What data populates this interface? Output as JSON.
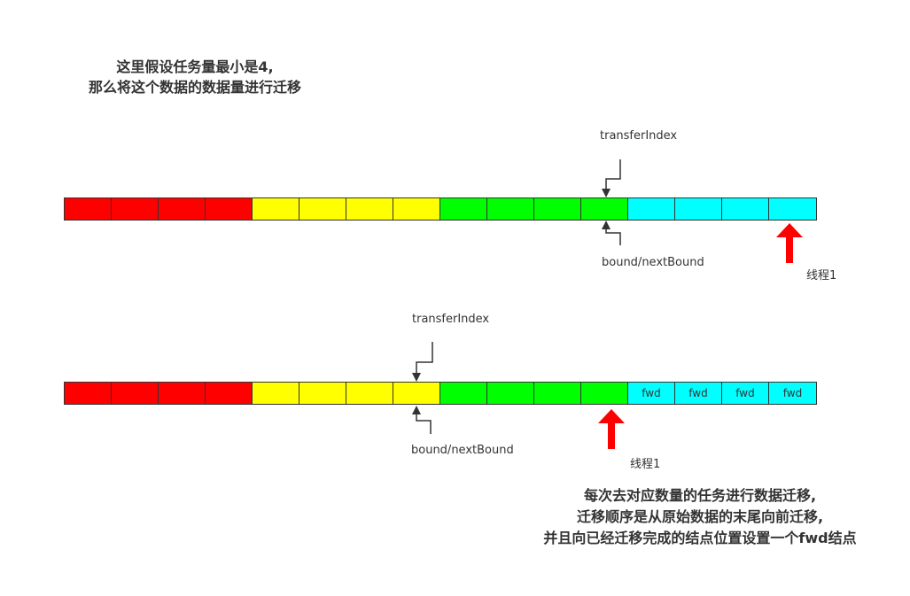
{
  "notes": {
    "top": [
      "这里假设任务量最小是4,",
      "那么将这个数据的数据量进行迁移"
    ],
    "bottom": [
      "每次去对应数量的任务进行数据迁移,",
      "迁移顺序是从原始数据的末尾向前迁移,",
      "并且向已经迁移完成的结点位置设置一个fwd结点"
    ]
  },
  "row1": {
    "transfer_label": "transferIndex",
    "bound_label": "bound/nextBound",
    "thread_label": "线程1",
    "cells": [
      {
        "color": "#ff0000",
        "text": ""
      },
      {
        "color": "#ff0000",
        "text": ""
      },
      {
        "color": "#ff0000",
        "text": ""
      },
      {
        "color": "#ff0000",
        "text": ""
      },
      {
        "color": "#ffff00",
        "text": ""
      },
      {
        "color": "#ffff00",
        "text": ""
      },
      {
        "color": "#ffff00",
        "text": ""
      },
      {
        "color": "#ffff00",
        "text": ""
      },
      {
        "color": "#00ff00",
        "text": ""
      },
      {
        "color": "#00ff00",
        "text": ""
      },
      {
        "color": "#00ff00",
        "text": ""
      },
      {
        "color": "#00ff00",
        "text": ""
      },
      {
        "color": "#00ffff",
        "text": ""
      },
      {
        "color": "#00ffff",
        "text": ""
      },
      {
        "color": "#00ffff",
        "text": ""
      },
      {
        "color": "#00ffff",
        "text": ""
      }
    ]
  },
  "row2": {
    "transfer_label": "transferIndex",
    "bound_label": "bound/nextBound",
    "thread_label": "线程1",
    "cells": [
      {
        "color": "#ff0000",
        "text": ""
      },
      {
        "color": "#ff0000",
        "text": ""
      },
      {
        "color": "#ff0000",
        "text": ""
      },
      {
        "color": "#ff0000",
        "text": ""
      },
      {
        "color": "#ffff00",
        "text": ""
      },
      {
        "color": "#ffff00",
        "text": ""
      },
      {
        "color": "#ffff00",
        "text": ""
      },
      {
        "color": "#ffff00",
        "text": ""
      },
      {
        "color": "#00ff00",
        "text": ""
      },
      {
        "color": "#00ff00",
        "text": ""
      },
      {
        "color": "#00ff00",
        "text": ""
      },
      {
        "color": "#00ff00",
        "text": ""
      },
      {
        "color": "#00ffff",
        "text": "fwd"
      },
      {
        "color": "#00ffff",
        "text": "fwd"
      },
      {
        "color": "#00ffff",
        "text": "fwd"
      },
      {
        "color": "#00ffff",
        "text": "fwd"
      }
    ]
  },
  "colors": {
    "red": "#ff0000",
    "yellow": "#ffff00",
    "green": "#00ff00",
    "cyan": "#00ffff",
    "thread_arrow": "#ff0000",
    "pointer": "#333333",
    "text": "#333333"
  }
}
